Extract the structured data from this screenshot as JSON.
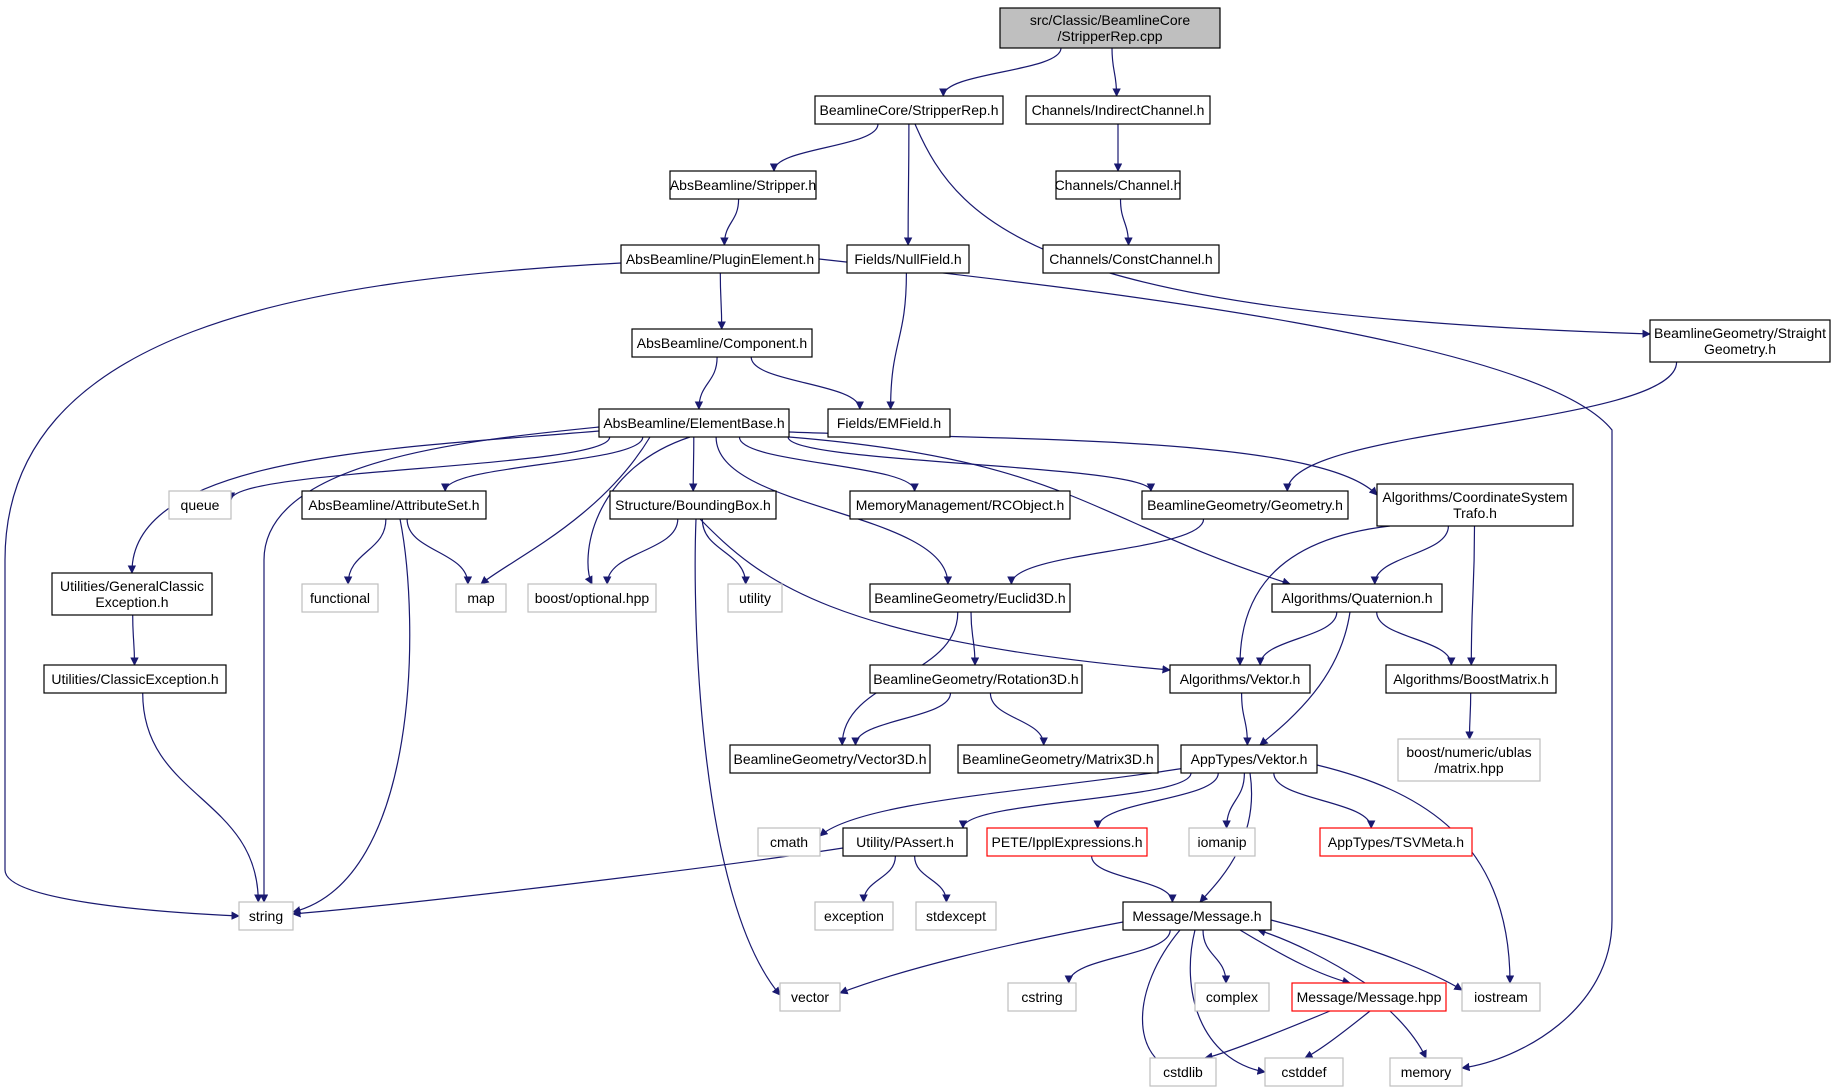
{
  "nodes": [
    {
      "id": "root",
      "lines": [
        "src/Classic/BeamlineCore",
        "/StripperRep.cpp"
      ],
      "kind": "root"
    },
    {
      "id": "stripperrep_h",
      "lines": [
        "BeamlineCore/StripperRep.h"
      ],
      "kind": "file"
    },
    {
      "id": "indirectchannel",
      "lines": [
        "Channels/IndirectChannel.h"
      ],
      "kind": "file"
    },
    {
      "id": "stripper_h",
      "lines": [
        "AbsBeamline/Stripper.h"
      ],
      "kind": "file"
    },
    {
      "id": "channel_h",
      "lines": [
        "Channels/Channel.h"
      ],
      "kind": "file"
    },
    {
      "id": "pluginelement",
      "lines": [
        "AbsBeamline/PluginElement.h"
      ],
      "kind": "file"
    },
    {
      "id": "nullfield",
      "lines": [
        "Fields/NullField.h"
      ],
      "kind": "file"
    },
    {
      "id": "constchannel",
      "lines": [
        "Channels/ConstChannel.h"
      ],
      "kind": "file"
    },
    {
      "id": "straightgeom",
      "lines": [
        "BeamlineGeometry/Straight",
        "Geometry.h"
      ],
      "kind": "file"
    },
    {
      "id": "component",
      "lines": [
        "AbsBeamline/Component.h"
      ],
      "kind": "file"
    },
    {
      "id": "elementbase",
      "lines": [
        "AbsBeamline/ElementBase.h"
      ],
      "kind": "file"
    },
    {
      "id": "emfield",
      "lines": [
        "Fields/EMField.h"
      ],
      "kind": "file"
    },
    {
      "id": "queue",
      "lines": [
        "queue"
      ],
      "kind": "system"
    },
    {
      "id": "attributeset",
      "lines": [
        "AbsBeamline/AttributeSet.h"
      ],
      "kind": "file"
    },
    {
      "id": "boundingbox",
      "lines": [
        "Structure/BoundingBox.h"
      ],
      "kind": "file"
    },
    {
      "id": "rcobject",
      "lines": [
        "MemoryManagement/RCObject.h"
      ],
      "kind": "file"
    },
    {
      "id": "geometry",
      "lines": [
        "BeamlineGeometry/Geometry.h"
      ],
      "kind": "file"
    },
    {
      "id": "coordtrafo",
      "lines": [
        "Algorithms/CoordinateSystem",
        "Trafo.h"
      ],
      "kind": "file"
    },
    {
      "id": "generalexc",
      "lines": [
        "Utilities/GeneralClassic",
        "Exception.h"
      ],
      "kind": "file"
    },
    {
      "id": "functional",
      "lines": [
        "functional"
      ],
      "kind": "system"
    },
    {
      "id": "map",
      "lines": [
        "map"
      ],
      "kind": "system"
    },
    {
      "id": "boostoptional",
      "lines": [
        "boost/optional.hpp"
      ],
      "kind": "system"
    },
    {
      "id": "utility",
      "lines": [
        "utility"
      ],
      "kind": "system"
    },
    {
      "id": "euclid3d",
      "lines": [
        "BeamlineGeometry/Euclid3D.h"
      ],
      "kind": "file"
    },
    {
      "id": "quaternion",
      "lines": [
        "Algorithms/Quaternion.h"
      ],
      "kind": "file"
    },
    {
      "id": "classicexc",
      "lines": [
        "Utilities/ClassicException.h"
      ],
      "kind": "file"
    },
    {
      "id": "rotation3d",
      "lines": [
        "BeamlineGeometry/Rotation3D.h"
      ],
      "kind": "file"
    },
    {
      "id": "vektor_alg",
      "lines": [
        "Algorithms/Vektor.h"
      ],
      "kind": "file"
    },
    {
      "id": "boostmatrix",
      "lines": [
        "Algorithms/BoostMatrix.h"
      ],
      "kind": "file"
    },
    {
      "id": "vector3d",
      "lines": [
        "BeamlineGeometry/Vector3D.h"
      ],
      "kind": "file"
    },
    {
      "id": "matrix3d",
      "lines": [
        "BeamlineGeometry/Matrix3D.h"
      ],
      "kind": "file"
    },
    {
      "id": "apptypes_vektor",
      "lines": [
        "AppTypes/Vektor.h"
      ],
      "kind": "file"
    },
    {
      "id": "ublasmatrix",
      "lines": [
        "boost/numeric/ublas",
        "/matrix.hpp"
      ],
      "kind": "system"
    },
    {
      "id": "cmath",
      "lines": [
        "cmath"
      ],
      "kind": "system"
    },
    {
      "id": "passert",
      "lines": [
        "Utility/PAssert.h"
      ],
      "kind": "file"
    },
    {
      "id": "ipplexpr",
      "lines": [
        "PETE/IpplExpressions.h"
      ],
      "kind": "truncated"
    },
    {
      "id": "iomanip",
      "lines": [
        "iomanip"
      ],
      "kind": "system"
    },
    {
      "id": "tsvmeta",
      "lines": [
        "AppTypes/TSVMeta.h"
      ],
      "kind": "truncated"
    },
    {
      "id": "string",
      "lines": [
        "string"
      ],
      "kind": "system"
    },
    {
      "id": "exception",
      "lines": [
        "exception"
      ],
      "kind": "system"
    },
    {
      "id": "stdexcept",
      "lines": [
        "stdexcept"
      ],
      "kind": "system"
    },
    {
      "id": "message_h",
      "lines": [
        "Message/Message.h"
      ],
      "kind": "file"
    },
    {
      "id": "vector",
      "lines": [
        "vector"
      ],
      "kind": "system"
    },
    {
      "id": "cstring",
      "lines": [
        "cstring"
      ],
      "kind": "system"
    },
    {
      "id": "complex",
      "lines": [
        "complex"
      ],
      "kind": "system"
    },
    {
      "id": "message_hpp",
      "lines": [
        "Message/Message.hpp"
      ],
      "kind": "truncated"
    },
    {
      "id": "iostream",
      "lines": [
        "iostream"
      ],
      "kind": "system"
    },
    {
      "id": "cstdlib",
      "lines": [
        "cstdlib"
      ],
      "kind": "system"
    },
    {
      "id": "cstddef",
      "lines": [
        "cstddef"
      ],
      "kind": "system"
    },
    {
      "id": "memory",
      "lines": [
        "memory"
      ],
      "kind": "system"
    }
  ],
  "edges": [
    [
      "root",
      "stripperrep_h"
    ],
    [
      "root",
      "indirectchannel"
    ],
    [
      "stripperrep_h",
      "stripper_h"
    ],
    [
      "stripperrep_h",
      "nullfield"
    ],
    [
      "stripperrep_h",
      "straightgeom"
    ],
    [
      "indirectchannel",
      "channel_h"
    ],
    [
      "channel_h",
      "constchannel"
    ],
    [
      "stripper_h",
      "pluginelement"
    ],
    [
      "pluginelement",
      "component"
    ],
    [
      "pluginelement",
      "string"
    ],
    [
      "pluginelement",
      "memory"
    ],
    [
      "nullfield",
      "emfield"
    ],
    [
      "straightgeom",
      "geometry"
    ],
    [
      "component",
      "elementbase"
    ],
    [
      "component",
      "emfield"
    ],
    [
      "elementbase",
      "generalexc"
    ],
    [
      "elementbase",
      "queue"
    ],
    [
      "elementbase",
      "string"
    ],
    [
      "elementbase",
      "attributeset"
    ],
    [
      "elementbase",
      "map"
    ],
    [
      "elementbase",
      "boostoptional"
    ],
    [
      "elementbase",
      "boundingbox"
    ],
    [
      "elementbase",
      "euclid3d"
    ],
    [
      "elementbase",
      "rcobject"
    ],
    [
      "elementbase",
      "geometry"
    ],
    [
      "elementbase",
      "quaternion"
    ],
    [
      "elementbase",
      "coordtrafo"
    ],
    [
      "attributeset",
      "functional"
    ],
    [
      "attributeset",
      "map"
    ],
    [
      "attributeset",
      "string"
    ],
    [
      "boundingbox",
      "boostoptional"
    ],
    [
      "boundingbox",
      "utility"
    ],
    [
      "boundingbox",
      "vektor_alg"
    ],
    [
      "boundingbox",
      "vector"
    ],
    [
      "geometry",
      "euclid3d"
    ],
    [
      "coordtrafo",
      "vektor_alg"
    ],
    [
      "coordtrafo",
      "quaternion"
    ],
    [
      "coordtrafo",
      "boostmatrix"
    ],
    [
      "generalexc",
      "classicexc"
    ],
    [
      "classicexc",
      "string"
    ],
    [
      "euclid3d",
      "rotation3d"
    ],
    [
      "euclid3d",
      "vector3d"
    ],
    [
      "rotation3d",
      "vector3d"
    ],
    [
      "rotation3d",
      "matrix3d"
    ],
    [
      "quaternion",
      "vektor_alg"
    ],
    [
      "quaternion",
      "boostmatrix"
    ],
    [
      "quaternion",
      "apptypes_vektor"
    ],
    [
      "vektor_alg",
      "apptypes_vektor"
    ],
    [
      "boostmatrix",
      "ublasmatrix"
    ],
    [
      "apptypes_vektor",
      "cmath"
    ],
    [
      "apptypes_vektor",
      "passert"
    ],
    [
      "apptypes_vektor",
      "ipplexpr"
    ],
    [
      "apptypes_vektor",
      "iomanip"
    ],
    [
      "apptypes_vektor",
      "tsvmeta"
    ],
    [
      "apptypes_vektor",
      "message_h"
    ],
    [
      "apptypes_vektor",
      "iostream"
    ],
    [
      "passert",
      "string"
    ],
    [
      "passert",
      "exception"
    ],
    [
      "passert",
      "stdexcept"
    ],
    [
      "ipplexpr",
      "message_h"
    ],
    [
      "message_h",
      "vector"
    ],
    [
      "message_h",
      "cstring"
    ],
    [
      "message_h",
      "complex"
    ],
    [
      "message_h",
      "message_hpp"
    ],
    [
      "message_h",
      "iostream"
    ],
    [
      "message_h",
      "cstdlib"
    ],
    [
      "message_h",
      "cstddef"
    ],
    [
      "message_hpp",
      "message_h"
    ],
    [
      "message_hpp",
      "cstdlib"
    ],
    [
      "message_hpp",
      "cstddef"
    ],
    [
      "message_hpp",
      "memory"
    ]
  ],
  "colors": {
    "edge": "#191970",
    "file_border": "#000000",
    "system_border": "#bfbfbf",
    "truncated_border": "#ff0000",
    "root_fill": "#bfbfbf",
    "text": "#000000",
    "system_text": "#000000"
  }
}
